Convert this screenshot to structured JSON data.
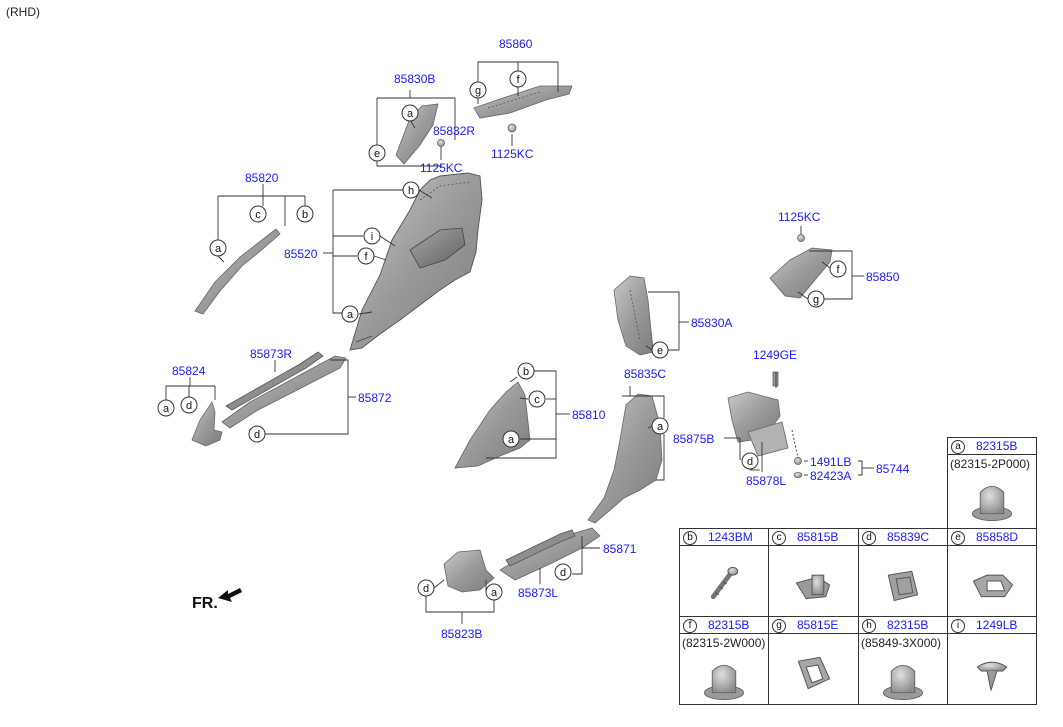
{
  "header": {
    "variant": "(RHD)"
  },
  "direction_marker": "FR.",
  "callouts": [
    {
      "id": "85860",
      "text": "85860"
    },
    {
      "id": "85830B",
      "text": "85830B"
    },
    {
      "id": "85832R",
      "text": "85832R"
    },
    {
      "id": "1125KC_a",
      "text": "1125KC"
    },
    {
      "id": "1125KC_b",
      "text": "1125KC"
    },
    {
      "id": "1125KC_c",
      "text": "1125KC"
    },
    {
      "id": "85820",
      "text": "85820"
    },
    {
      "id": "85520",
      "text": "85520"
    },
    {
      "id": "85850",
      "text": "85850"
    },
    {
      "id": "85830A",
      "text": "85830A"
    },
    {
      "id": "85824",
      "text": "85824"
    },
    {
      "id": "85873R",
      "text": "85873R"
    },
    {
      "id": "85872",
      "text": "85872"
    },
    {
      "id": "1249GE",
      "text": "1249GE"
    },
    {
      "id": "85835C",
      "text": "85835C"
    },
    {
      "id": "85810",
      "text": "85810"
    },
    {
      "id": "85875B",
      "text": "85875B"
    },
    {
      "id": "1491LB",
      "text": "1491LB"
    },
    {
      "id": "82423A",
      "text": "82423A"
    },
    {
      "id": "85744",
      "text": "85744"
    },
    {
      "id": "85878L",
      "text": "85878L"
    },
    {
      "id": "85871",
      "text": "85871"
    },
    {
      "id": "85873L",
      "text": "85873L"
    },
    {
      "id": "85823B",
      "text": "85823B"
    }
  ],
  "legend": [
    {
      "letter": "a",
      "code": "82315B",
      "sub": "(82315-2P000)",
      "pic": "grommet"
    },
    {
      "letter": "b",
      "code": "1243BM",
      "sub": "",
      "pic": "screw"
    },
    {
      "letter": "c",
      "code": "85815B",
      "sub": "",
      "pic": "clip-c"
    },
    {
      "letter": "d",
      "code": "85839C",
      "sub": "",
      "pic": "clip-d"
    },
    {
      "letter": "e",
      "code": "85858D",
      "sub": "",
      "pic": "clip-e"
    },
    {
      "letter": "f",
      "code": "82315B",
      "sub": "(82315-2W000)",
      "pic": "grommet"
    },
    {
      "letter": "g",
      "code": "85815E",
      "sub": "",
      "pic": "clip-g"
    },
    {
      "letter": "h",
      "code": "82315B",
      "sub": "(85849-3X000)",
      "pic": "grommet"
    },
    {
      "letter": "i",
      "code": "1249LB",
      "sub": "",
      "pic": "pin"
    }
  ]
}
